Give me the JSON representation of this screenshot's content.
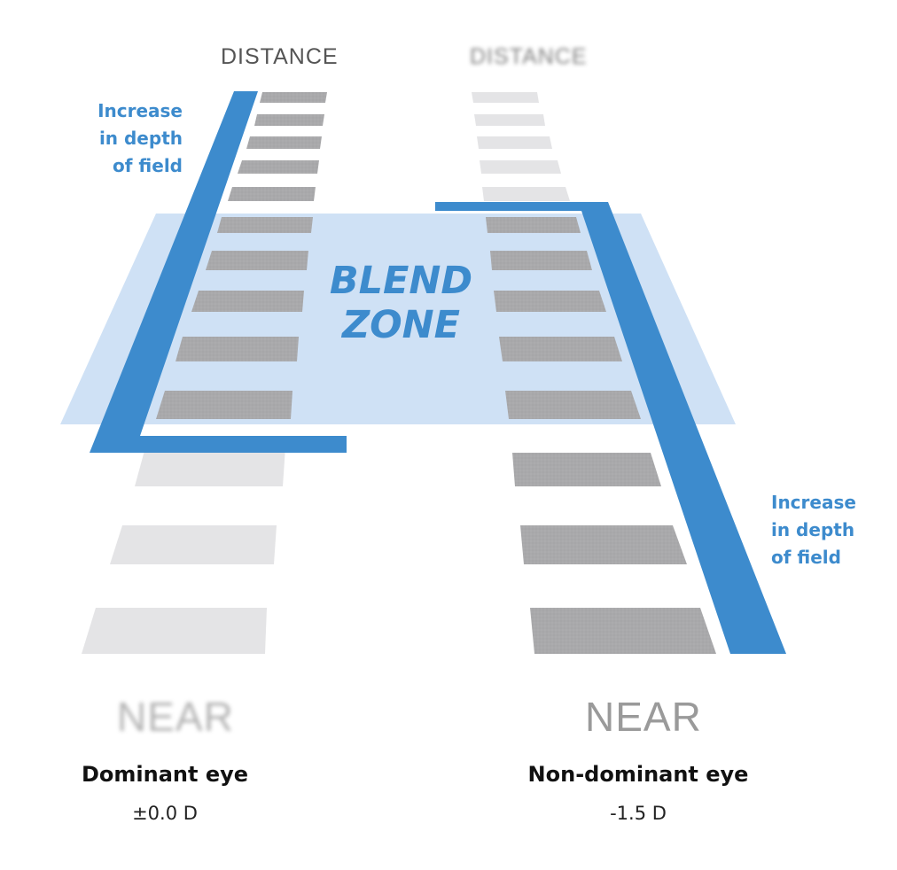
{
  "diagram": {
    "distance_left": "DISTANCE",
    "distance_right": "DISTANCE",
    "near_left": "NEAR",
    "near_right": "NEAR",
    "depth_of_field_left": [
      "Increase",
      "in depth",
      "of field"
    ],
    "depth_of_field_right": [
      "Increase",
      "in depth",
      "of field"
    ],
    "blend_zone": [
      "BLEND",
      "ZONE"
    ],
    "dominant_eye": {
      "label": "Dominant eye",
      "power": "±0.0 D"
    },
    "non_dominant_eye": {
      "label": "Non-dominant eye",
      "power": "-1.5 D"
    }
  },
  "colors": {
    "accent_blue": "#3d8bcd",
    "blend_zone_fill": "#cfe1f5",
    "sharp_bar": "#a9a9ab",
    "blurred_bar": "#e4e4e6"
  }
}
